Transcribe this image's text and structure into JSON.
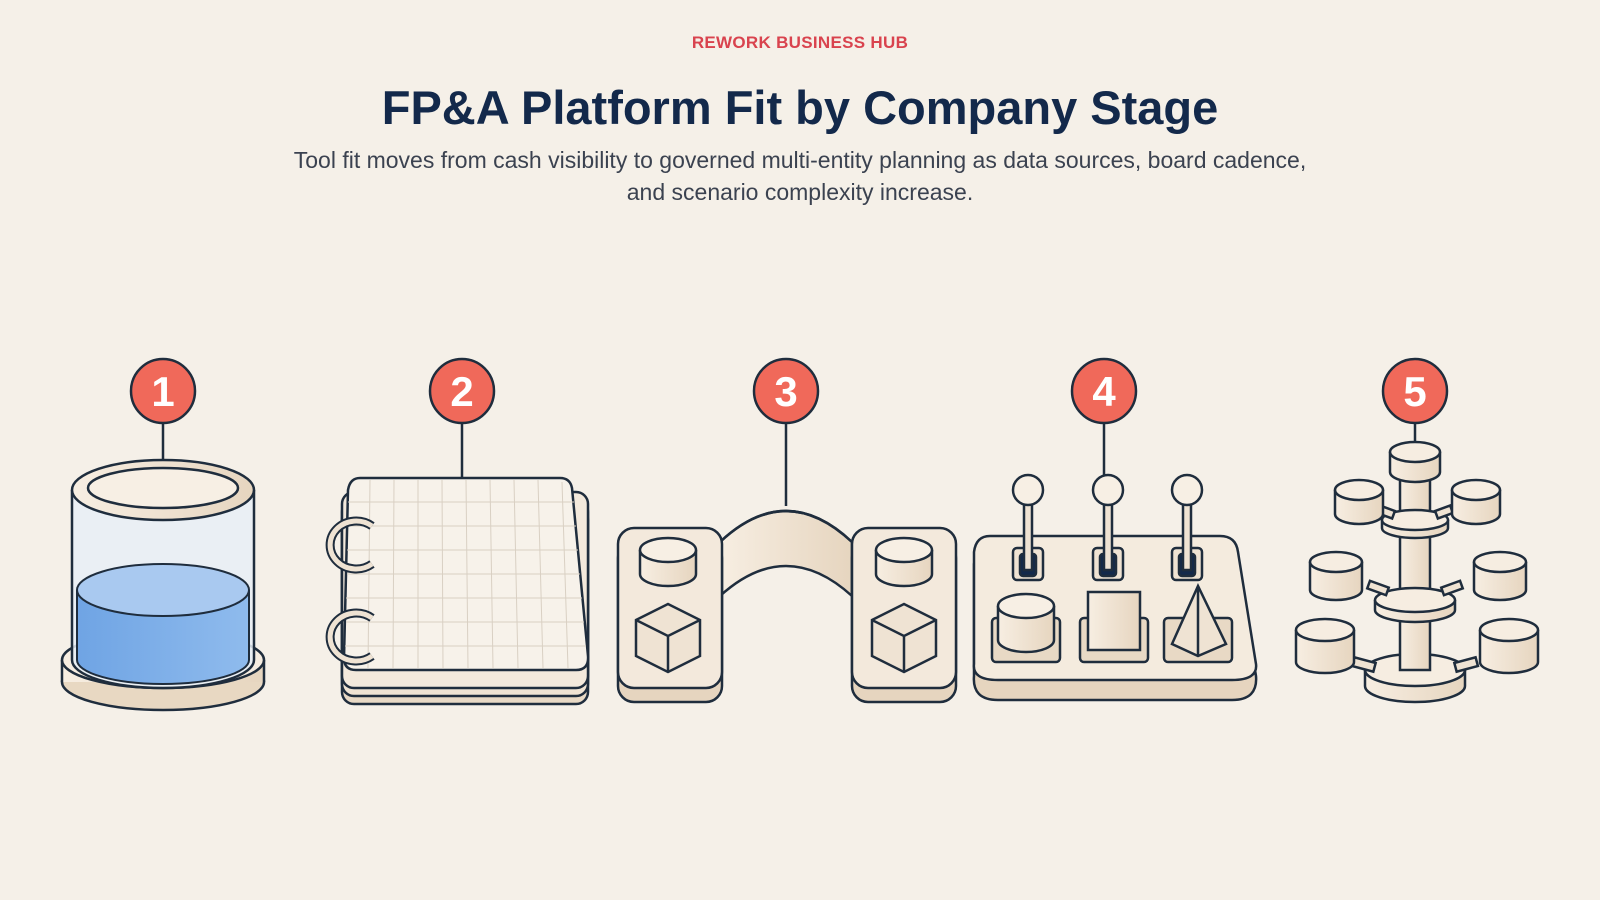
{
  "header": {
    "eyebrow": "REWORK BUSINESS HUB",
    "title": "FP&A Platform Fit by Company Stage",
    "subtitle": "Tool fit moves from cash visibility to governed multi-entity planning as data sources, board cadence, and scenario complexity increase."
  },
  "stages": [
    {
      "number": "1",
      "icon": "cash-jar-icon"
    },
    {
      "number": "2",
      "icon": "spreadsheet-notebook-icon"
    },
    {
      "number": "3",
      "icon": "connected-blocks-icon"
    },
    {
      "number": "4",
      "icon": "scenario-control-board-icon"
    },
    {
      "number": "5",
      "icon": "multi-entity-hub-icon"
    }
  ],
  "colors": {
    "accent": "#d9434e",
    "badge": "#f0695a",
    "title": "#13294b",
    "outline": "#1f2d3d",
    "cream": "#efe3d3",
    "water": "#7aaee8",
    "background": "#f5f0e8"
  }
}
